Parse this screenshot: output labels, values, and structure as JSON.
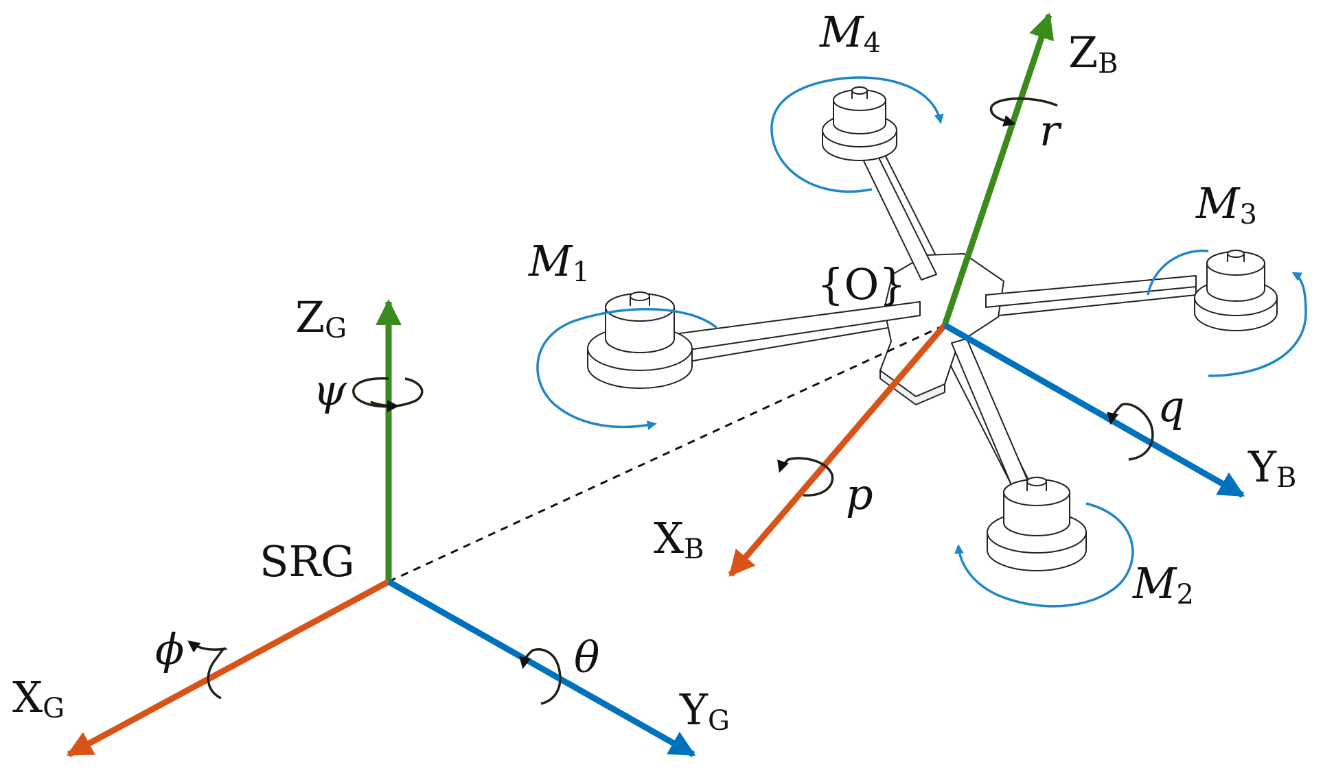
{
  "colors": {
    "x_axis": "#d95319",
    "y_axis": "#0072bd",
    "z_axis": "#3a8a1c",
    "rotor_arrow": "#1f86c8",
    "rotation_arrow": "#1c2414",
    "drone_outline": "#222222",
    "link_line": "#111111"
  },
  "ground_frame": {
    "origin_label": "SRG",
    "x": {
      "main": "X",
      "sub": "G"
    },
    "y": {
      "main": "Y",
      "sub": "G"
    },
    "z": {
      "main": "Z",
      "sub": "G"
    },
    "roll_symbol": "ϕ",
    "pitch_symbol": "θ",
    "yaw_symbol": "ψ"
  },
  "body_frame": {
    "origin_label": "{O}",
    "x": {
      "main": "X",
      "sub": "B"
    },
    "y": {
      "main": "Y",
      "sub": "B"
    },
    "z": {
      "main": "Z",
      "sub": "B"
    },
    "roll_rate": "p",
    "pitch_rate": "q",
    "yaw_rate": "r"
  },
  "motors": [
    {
      "main": "M",
      "sub": "1"
    },
    {
      "main": "M",
      "sub": "2"
    },
    {
      "main": "M",
      "sub": "3"
    },
    {
      "main": "M",
      "sub": "4"
    }
  ]
}
